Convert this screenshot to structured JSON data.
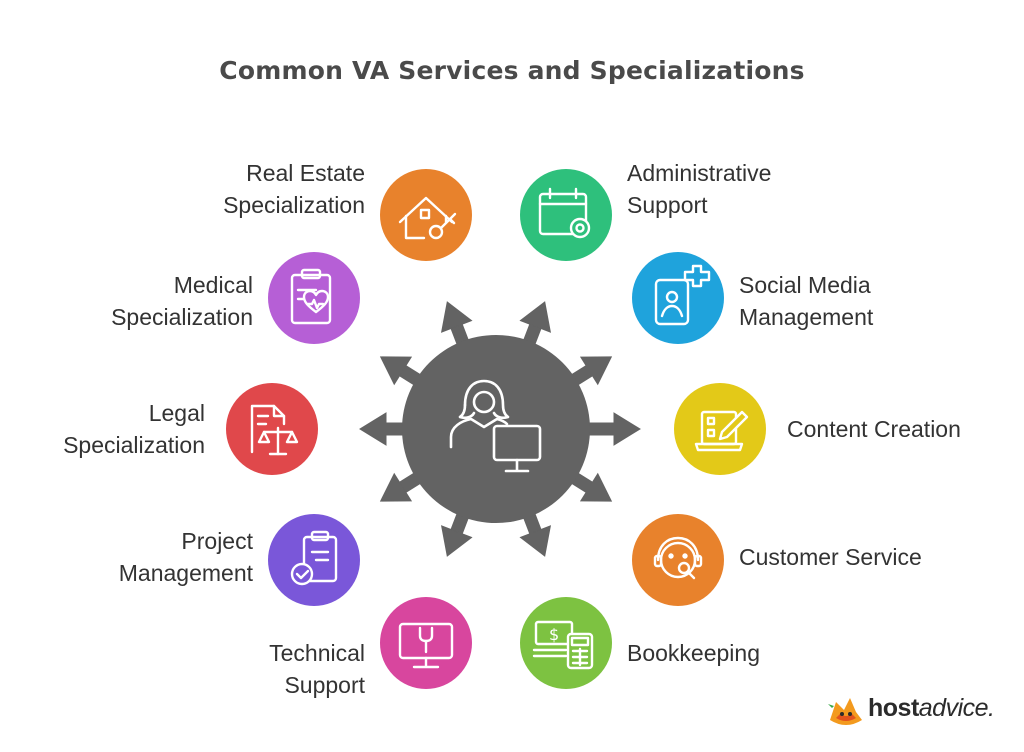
{
  "title": "Common VA Services and Specializations",
  "services": [
    {
      "line1": "Real Estate",
      "line2": "Specialization",
      "color": "#e8822c",
      "icon": "house-key-icon"
    },
    {
      "line1": "Medical",
      "line2": "Specialization",
      "color": "#b65fd6",
      "icon": "medical-clipboard-heart-icon"
    },
    {
      "line1": "Legal",
      "line2": "Specialization",
      "color": "#e0484b",
      "icon": "legal-document-scales-icon"
    },
    {
      "line1": "Project",
      "line2": "Management",
      "color": "#7a57d9",
      "icon": "clipboard-check-icon"
    },
    {
      "line1": "Technical",
      "line2": "Support",
      "color": "#d8469e",
      "icon": "monitor-wrench-icon"
    },
    {
      "line1": "Administrative",
      "line2": "Support",
      "color": "#2ec07c",
      "icon": "calendar-gear-icon"
    },
    {
      "line1": "Social Media",
      "line2": "Management",
      "color": "#1fa3dc",
      "icon": "profile-plus-icon"
    },
    {
      "line1": "Content Creation",
      "line2": "",
      "color": "#e3c918",
      "icon": "laptop-pencil-icon"
    },
    {
      "line1": "Customer Service",
      "line2": "",
      "color": "#e8822c",
      "icon": "headset-agent-icon"
    },
    {
      "line1": "Bookkeeping",
      "line2": "",
      "color": "#7dc241",
      "icon": "cash-calculator-icon"
    }
  ],
  "center": {
    "color": "#636363",
    "icon": "virtual-assistant-computer-icon"
  },
  "brand": {
    "name_bold": "host",
    "name_italic": "advice.",
    "logo_icon": "fox-mascot-icon"
  }
}
